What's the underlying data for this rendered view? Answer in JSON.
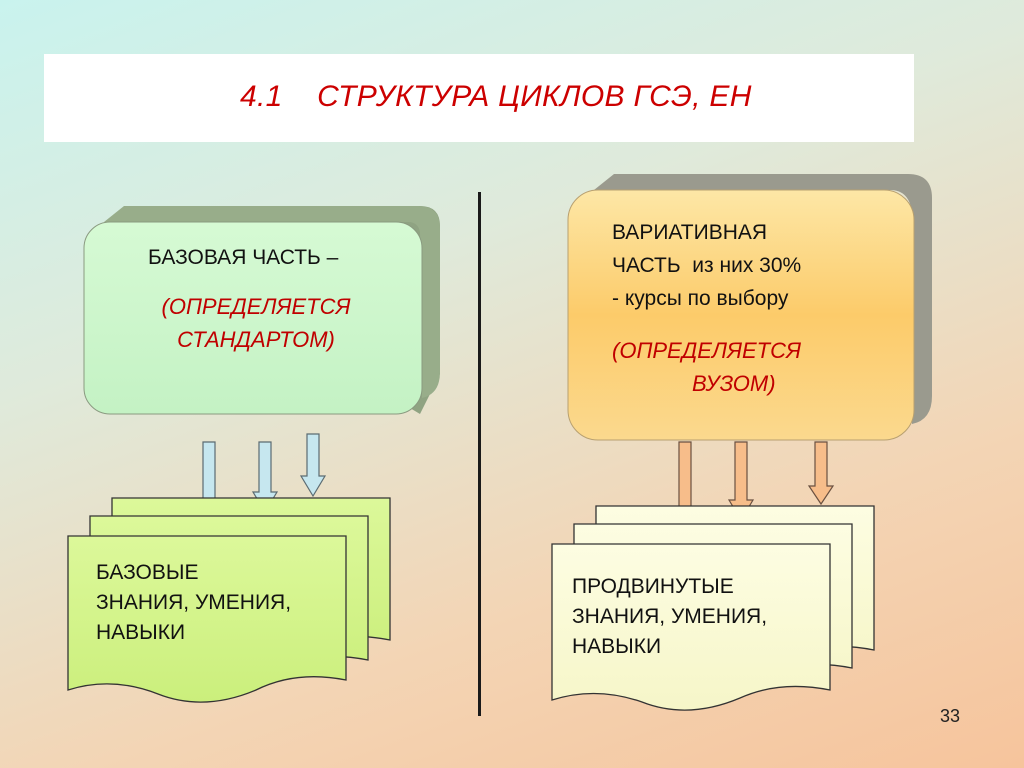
{
  "title": "4.1    СТРУКТУРА ЦИКЛОВ ГСЭ, ЕН",
  "left_box": {
    "line1": "БАЗОВАЯ ЧАСТЬ –",
    "line2": "(ОПРЕДЕЛЯЕТСЯ",
    "line3": "СТАНДАРТОМ)"
  },
  "right_box": {
    "line1": "ВАРИАТИВНАЯ",
    "line2_main": "ЧАСТЬ",
    "line2_extra": "из них 30%",
    "line3": "- курсы по выбору",
    "line4": "(ОПРЕДЕЛЯЕТСЯ",
    "line5": "ВУЗОМ)"
  },
  "left_docs": {
    "line1": "БАЗОВЫЕ",
    "line2": "ЗНАНИЯ, УМЕНИЯ,",
    "line3": "НАВЫКИ"
  },
  "right_docs": {
    "line1": "ПРОДВИНУТЫЕ",
    "line2": "ЗНАНИЯ, УМЕНИЯ,",
    "line3": "НАВЫКИ"
  },
  "page_number": "33",
  "colors": {
    "title": "#cc0000",
    "left_box_fill": "#ccf7cc",
    "right_box_fill": "#fcd37a",
    "left_arrow_fill": "#c6e7ef",
    "right_arrow_fill": "#f7bd8a",
    "left_doc_fill": "#d4f48c",
    "right_doc_fill": "#fafad2"
  }
}
